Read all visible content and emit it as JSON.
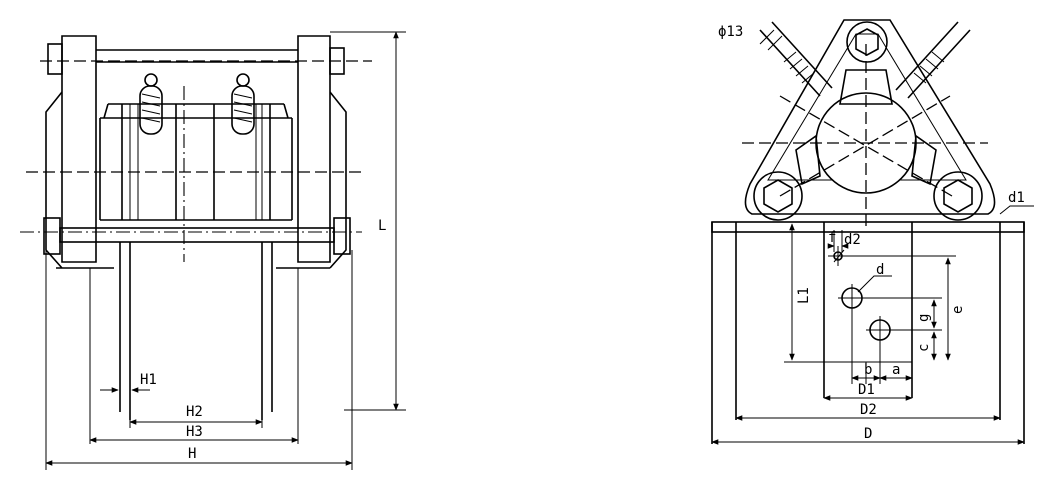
{
  "front_view": {
    "dimensions": {
      "L": "L",
      "H": "H",
      "H1": "H1",
      "H2": "H2",
      "H3": "H3"
    }
  },
  "side_view": {
    "dimensions": {
      "phi": "ϕ13",
      "d1": "d1",
      "f": "f",
      "d2": "d2",
      "d": "d",
      "L1": "L1",
      "e": "e",
      "g": "g",
      "c": "c",
      "b": "b",
      "a": "a",
      "D1": "D1",
      "D2": "D2",
      "D": "D"
    }
  }
}
